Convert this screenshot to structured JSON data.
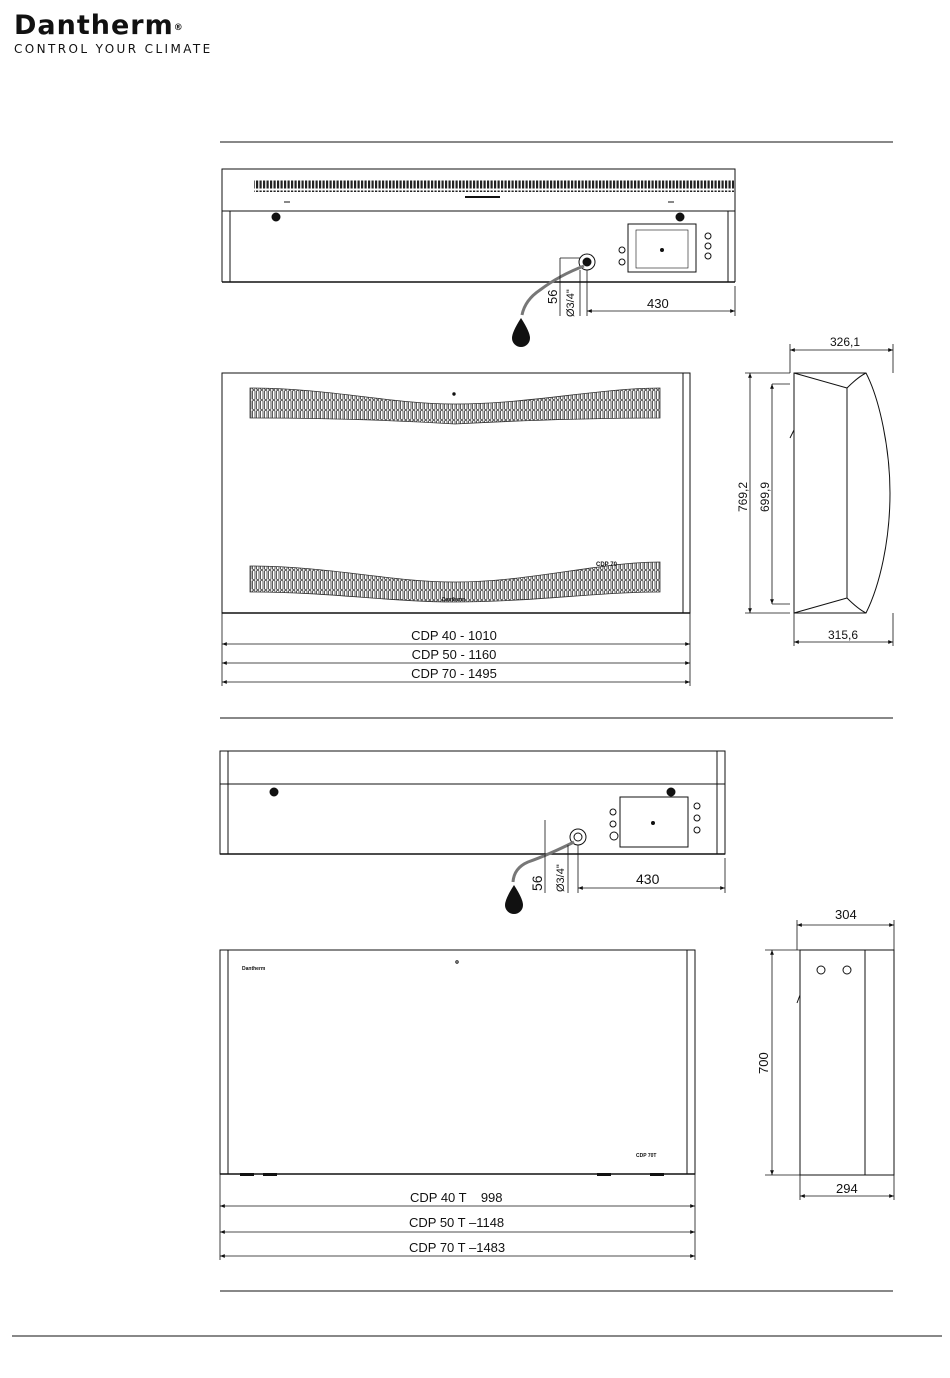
{
  "brand": {
    "name": "Dantherm",
    "registered": "®",
    "tagline": "CONTROL YOUR CLIMATE"
  },
  "drawing1": {
    "drain_height": "56",
    "drain_diameter": "Ø3/4\"",
    "drain_offset": "430",
    "depth_top": "326,1",
    "depth_bottom": "315,6",
    "height_outer": "769,2",
    "height_inner": "699,9",
    "model_plate": "CDP 70",
    "front_logo": "Dantherm",
    "widths": [
      "CDP 40 - 1010",
      "CDP 50 - 1160",
      "CDP 70 - 1495"
    ]
  },
  "drawing2": {
    "drain_height": "56",
    "drain_diameter": "Ø3/4\"",
    "drain_offset": "430",
    "depth_top": "304",
    "depth_bottom": "294",
    "height": "700",
    "model_plate": "CDP 70T",
    "front_logo": "Dantherm",
    "widths": [
      "CDP 40 T    998",
      "CDP 50 T –1148",
      "CDP 70 T –1483"
    ]
  }
}
